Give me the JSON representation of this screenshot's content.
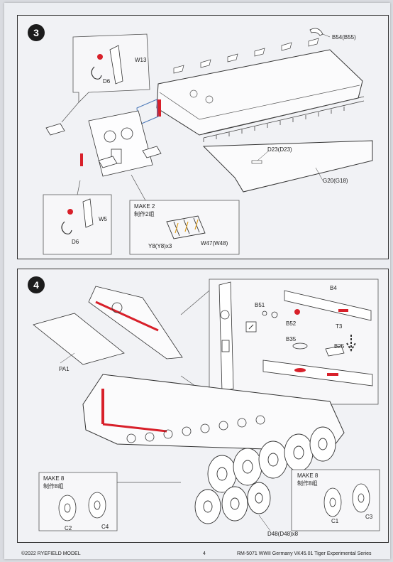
{
  "step3": {
    "number": "3",
    "labels": {
      "w13": "W13",
      "d6_top": "D6",
      "b54": "B54(B55)",
      "d23": "D23(D23)",
      "g20": "G20(G18)",
      "w5": "W5",
      "d6_bottom": "D6",
      "make2": "MAKE 2",
      "make2_cn": "制作2组",
      "y8": "Y8(Y8)x3",
      "w47": "W47(W48)"
    }
  },
  "step4": {
    "number": "4",
    "labels": {
      "b51": "B51",
      "b4": "B4",
      "b52": "B52",
      "t3": "T3",
      "b35": "B35",
      "b25": "B25",
      "pa1": "PA1",
      "make8_left": "MAKE 8",
      "make8_left_cn": "制作8组",
      "c2": "C2",
      "c4": "C4",
      "make8_right": "MAKE 8",
      "make8_right_cn": "制作8组",
      "c1": "C1",
      "c3": "C3",
      "d48": "D48(D48)x8"
    }
  },
  "footer": {
    "copyright": "©2022 RYEFIELD MODEL",
    "page": "4",
    "series": "RM-5071 WWII Germany VK45.01 Tiger Experimental Series"
  },
  "colors": {
    "accent": "#d8202a",
    "line": "#333333",
    "link_blue": "#4a78b8"
  }
}
